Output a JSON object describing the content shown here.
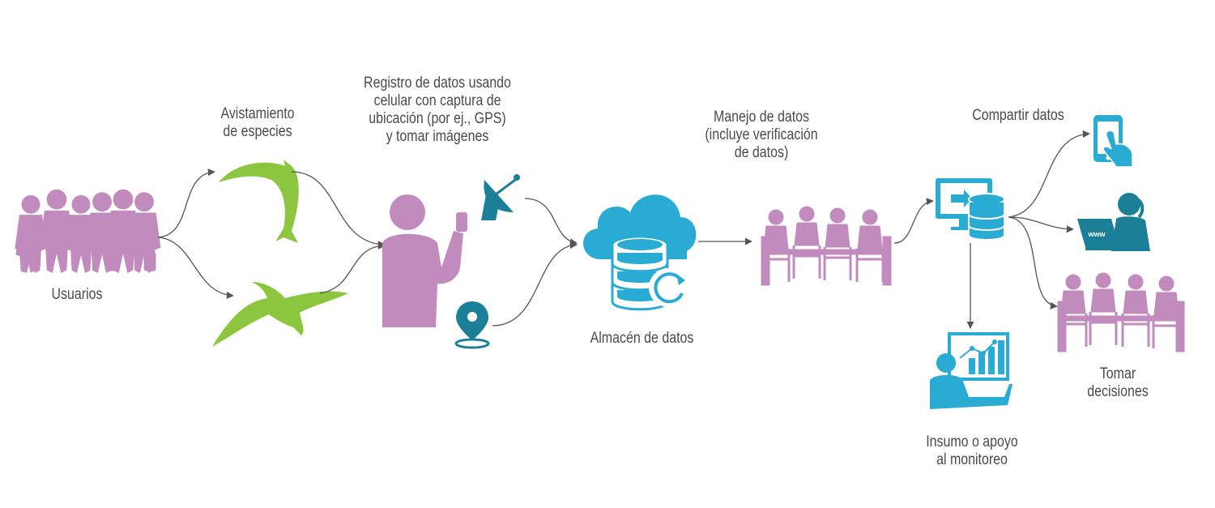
{
  "labels": {
    "usuarios": [
      "Usuarios"
    ],
    "avistamiento": [
      "Avistamiento",
      "de especies"
    ],
    "registro": [
      "Registro de datos usando",
      "celular con captura de",
      "ubicación (por ej., GPS)",
      "y tomar imágenes"
    ],
    "almacen": [
      "Almacén de datos"
    ],
    "manejo": [
      "Manejo de datos",
      "(incluye verificación",
      "de datos)"
    ],
    "compartir": [
      "Compartir datos"
    ],
    "insumo": [
      "Insumo o apoyo",
      "al monitoreo"
    ],
    "tomar": [
      "Tomar",
      "decisiones"
    ]
  },
  "icons": {
    "www_text": "www"
  },
  "colors": {
    "people": "#c18bbd",
    "nature": "#8cc63f",
    "tech_blue": "#29abd3",
    "tech_dark": "#1c7f98",
    "arrow": "#555555",
    "text": "#4a4a4a"
  }
}
